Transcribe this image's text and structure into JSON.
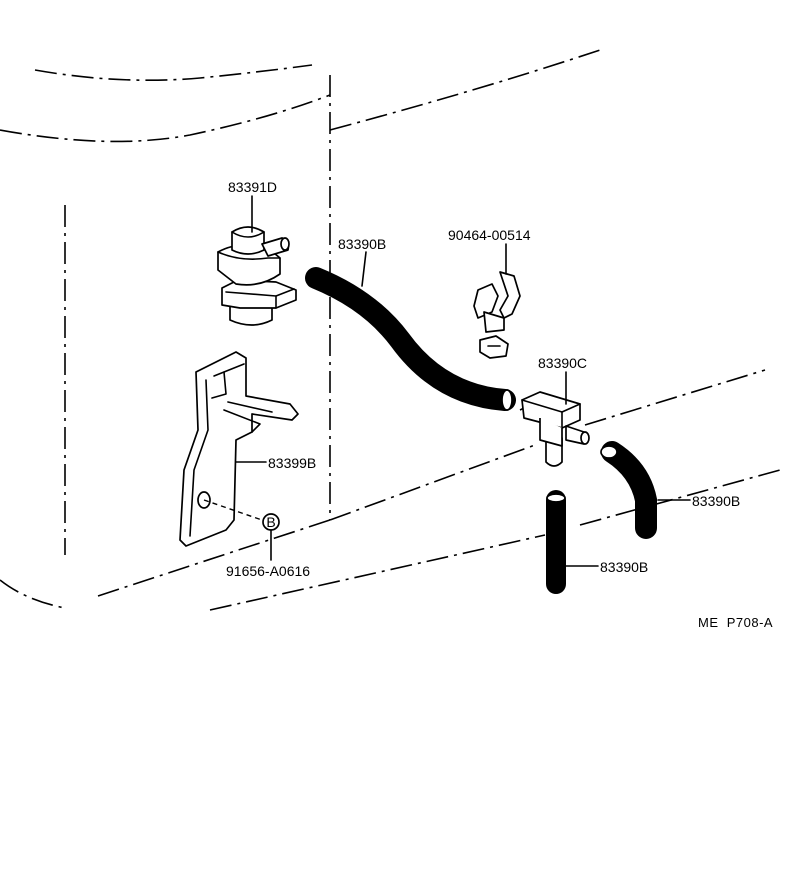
{
  "diagram": {
    "part_labels": {
      "vsv": "83391D",
      "hose_upper": "83390B",
      "clamp": "90464-00514",
      "connector": "83390C",
      "bracket": "83399B",
      "bolt": "91656-A0616",
      "hose_right": "83390B",
      "hose_lower": "83390B"
    },
    "bolt_marker": "B",
    "reference_code": "ME  P708-A"
  }
}
